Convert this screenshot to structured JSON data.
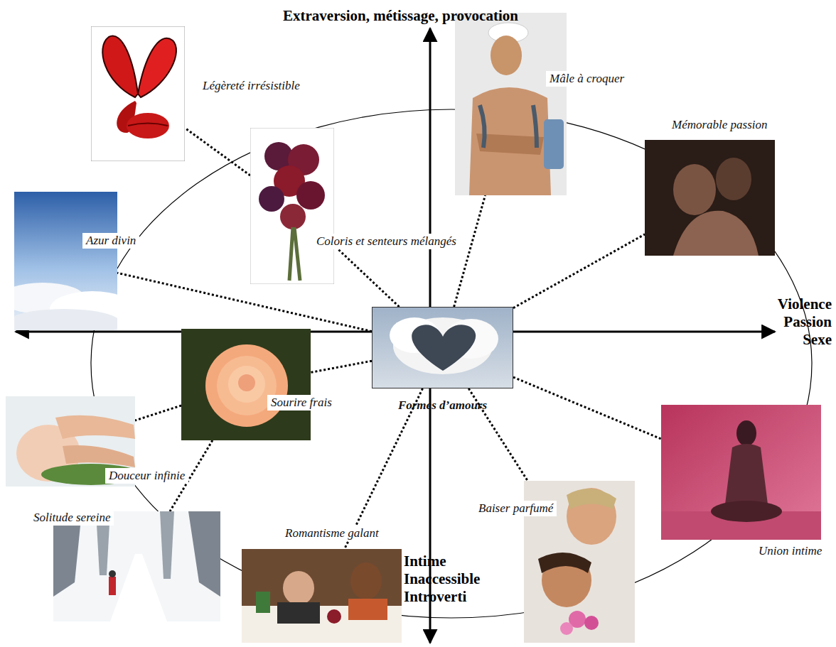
{
  "diagram": {
    "nodes": [
      {
        "text": [
          "Formes d’amours"
        ]
      },
      {
        "text": [
          "Légèreté irrésistible"
        ]
      },
      {
        "text": [
          "Mâle à croquer"
        ]
      },
      {
        "text": [
          "Mémorable passion"
        ]
      },
      {
        "text": [
          "Coloris et senteurs mélangés"
        ]
      },
      {
        "text": [
          "Azur divin"
        ]
      },
      {
        "text": [
          "Sourire frais"
        ]
      },
      {
        "text": [
          "Douceur infinie"
        ]
      },
      {
        "text": [
          "Solitude sereine"
        ]
      },
      {
        "text": [
          "Romantisme galant"
        ]
      },
      {
        "text": [
          "Baiser parfumé"
        ]
      },
      {
        "text": [
          "Union intime"
        ]
      }
    ],
    "edges": [
      {
        "from": 0,
        "to": 2,
        "arrow": "none"
      },
      {
        "from": 0,
        "to": 3,
        "arrow": "none"
      },
      {
        "from": 0,
        "to": 4,
        "arrow": "none"
      },
      {
        "from": 4,
        "to": 1,
        "arrow": "none"
      },
      {
        "from": 0,
        "to": 5,
        "arrow": "none"
      },
      {
        "from": 0,
        "to": 6,
        "arrow": "none"
      },
      {
        "from": 6,
        "to": 7,
        "arrow": "none"
      },
      {
        "from": 6,
        "to": 8,
        "arrow": "none"
      },
      {
        "from": 0,
        "to": 9,
        "arrow": "none"
      },
      {
        "from": 0,
        "to": 10,
        "arrow": "none"
      },
      {
        "from": 0,
        "to": 11,
        "arrow": "none"
      }
    ],
    "labels": [
      "Extraversion, métissage, provocation",
      "Violence Passion Sexe",
      "Intime Inaccessible Introverti"
    ]
  }
}
